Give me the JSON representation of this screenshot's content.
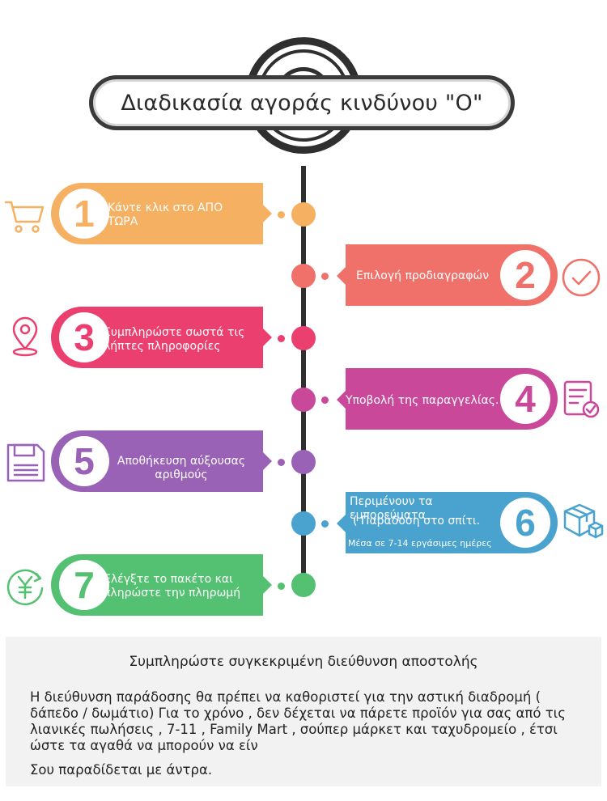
{
  "title": "Διαδικασία αγοράς κινδύνου \"Ο\"",
  "steps": [
    {
      "num": "1",
      "text": "Κάντε κλικ στο ΑΠΟ ΤΩΡΑ",
      "color": "#f5b062",
      "icon": "shopping-cart-icon"
    },
    {
      "num": "2",
      "text": "Επιλογή προδιαγραφών",
      "color": "#f0706a",
      "icon": "check-circle-icon"
    },
    {
      "num": "3",
      "text": "Συμπληρώστε σωστά τις λήπτες πληροφορίες",
      "color": "#ea3f6f",
      "icon": "location-pin-icon"
    },
    {
      "num": "4",
      "text": "Υποβολή της παραγγελίας.",
      "color": "#c9489a",
      "icon": "order-form-icon"
    },
    {
      "num": "5",
      "text": "Αποθήκευση αύξουσας αριθμούς",
      "color": "#9a62b6",
      "icon": "floppy-disk-icon"
    },
    {
      "num": "6",
      "text_line1": "Περιμένουν τα εμπορεύματα",
      "text_line2": "( Παράδοση στο σπίτι.",
      "text_line3": "Μέσα σε 7-14 εργάσιμες ημέρες",
      "color": "#4aa3cf",
      "icon": "package-box-icon"
    },
    {
      "num": "7",
      "text": "Ελέγξτε το πακέτο και πληρώστε την πληρωμή",
      "color": "#54c172",
      "icon": "yuan-payment-icon"
    }
  ],
  "note": {
    "heading": "Συμπληρώστε συγκεκριμένη διεύθυνση αποστολής",
    "body": "Η διεύθυνση παράδοσης θα πρέπει να καθοριστεί για την αστική διαδρομή ( δάπεδο / δωμάτιο) Για το χρόνο , δεν δέχεται να πάρετε προϊόν για σας από τις λιανικές πωλήσεις , 7-11 , Family Mart , σούπερ μάρκετ και ταχυδρομείο , έτσι ώστε τα αγαθά να μπορούν να είν",
    "footer": "Σου παραδίδεται με άντρα."
  }
}
